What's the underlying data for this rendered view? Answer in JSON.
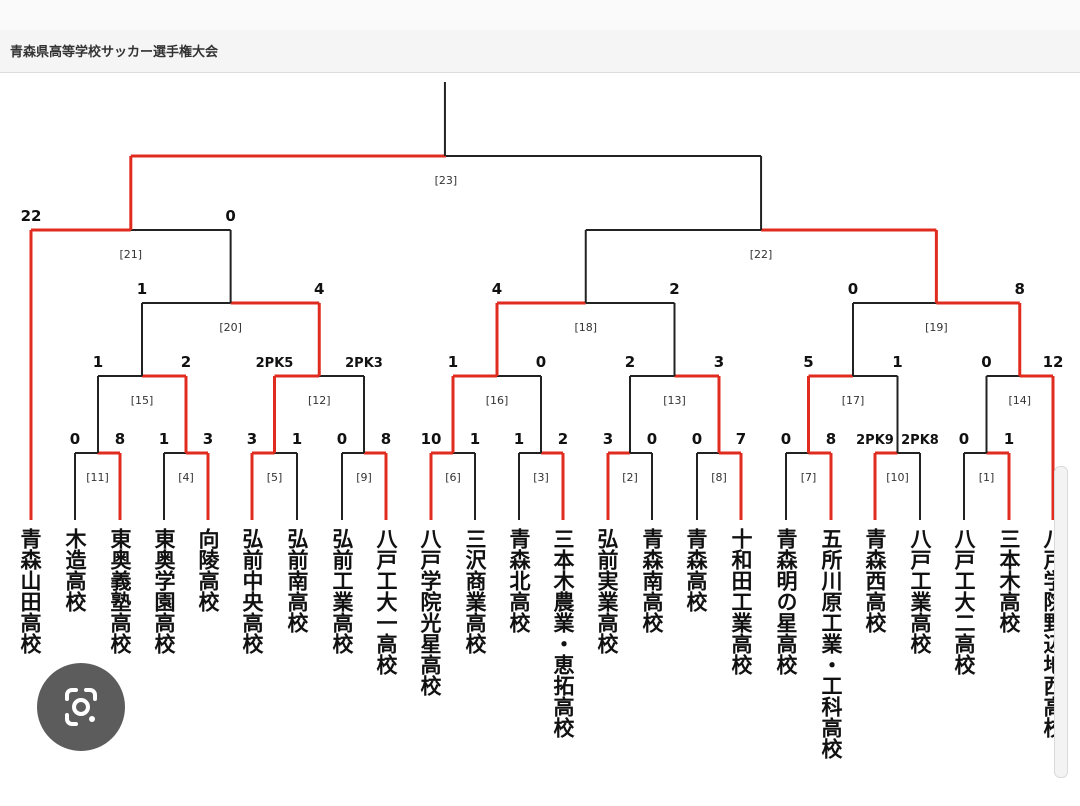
{
  "header": {
    "title": "青森県高等学校サッカー選手権大会"
  },
  "colors": {
    "winner_line": "#e02b1f",
    "bracket_line": "#222222"
  },
  "icons": {
    "lens": "google-lens-icon"
  },
  "teams": [
    "青森山田高校",
    "木造高校",
    "東奥義塾高校",
    "東奥学園高校",
    "向陵高校",
    "弘前中央高校",
    "弘前南高校",
    "弘前工業高校",
    "八戸工大一高校",
    "八戸学院光星高校",
    "三沢商業高校",
    "青森北高校",
    "三本木農業・恵拓高校",
    "弘前実業高校",
    "青森南高校",
    "青森高校",
    "十和田工業高校",
    "青森明の星高校",
    "五所川原工業・工科高校",
    "青森西高校",
    "八戸工業高校",
    "八戸工大二高校",
    "三本木高校",
    "八戸学院野辺地西高校"
  ],
  "matches": [
    {
      "label": "[1]",
      "left_score": "0",
      "right_score": "1"
    },
    {
      "label": "[2]",
      "left_score": "3",
      "right_score": "0"
    },
    {
      "label": "[3]",
      "left_score": "1",
      "right_score": "2"
    },
    {
      "label": "[4]",
      "left_score": "1",
      "right_score": "3"
    },
    {
      "label": "[5]",
      "left_score": "3",
      "right_score": "1"
    },
    {
      "label": "[6]",
      "left_score": "10",
      "right_score": "1"
    },
    {
      "label": "[7]",
      "left_score": "0",
      "right_score": "8"
    },
    {
      "label": "[8]",
      "left_score": "0",
      "right_score": "7"
    },
    {
      "label": "[9]",
      "left_score": "0",
      "right_score": "8"
    },
    {
      "label": "[10]",
      "left_score": "2PK9",
      "right_score": "2PK8"
    },
    {
      "label": "[11]",
      "left_score": "0",
      "right_score": "8"
    },
    {
      "label": "[12]",
      "left_score": "2PK5",
      "right_score": "2PK3"
    },
    {
      "label": "[13]",
      "left_score": "2",
      "right_score": "3"
    },
    {
      "label": "[14]",
      "left_score": "0",
      "right_score": "12"
    },
    {
      "label": "[15]",
      "left_score": "1",
      "right_score": "2"
    },
    {
      "label": "[16]",
      "left_score": "1",
      "right_score": "0"
    },
    {
      "label": "[17]",
      "left_score": "5",
      "right_score": "1"
    },
    {
      "label": "[18]",
      "left_score": "4",
      "right_score": "2"
    },
    {
      "label": "[19]",
      "left_score": "0",
      "right_score": "8"
    },
    {
      "label": "[20]",
      "left_score": "1",
      "right_score": "4"
    },
    {
      "label": "[21]",
      "left_score": "22",
      "right_score": "0"
    },
    {
      "label": "[22]",
      "left_score": "",
      "right_score": ""
    },
    {
      "label": "[23]",
      "left_score": "",
      "right_score": ""
    }
  ]
}
